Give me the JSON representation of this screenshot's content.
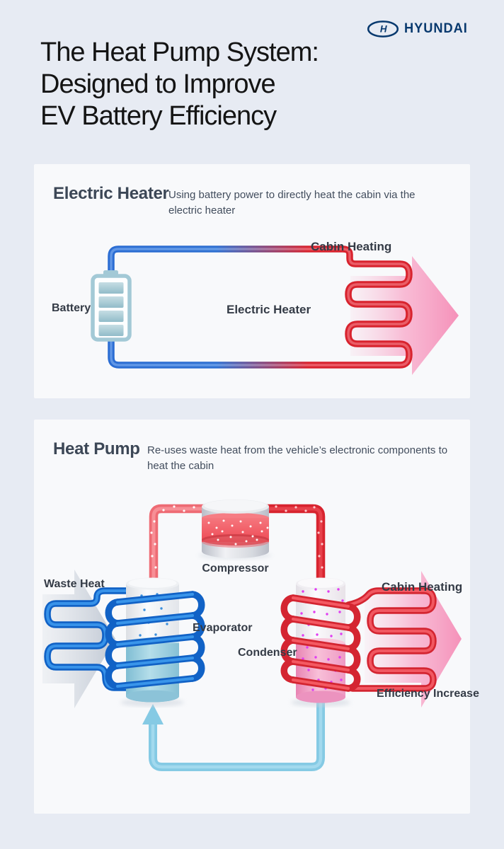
{
  "header": {
    "title_lines": [
      "The Heat Pump System:",
      "Designed to Improve",
      "EV Battery Efficiency"
    ],
    "brand": {
      "wordmark": "HYUNDAI",
      "logo_letter": "H"
    }
  },
  "cards": {
    "electric_heater": {
      "title": "Electric Heater",
      "description": "Using battery power to directly heat the cabin via the electric heater",
      "labels": {
        "battery": "Battery",
        "heater": "Electric Heater",
        "cabin_heating": "Cabin Heating"
      }
    },
    "heat_pump": {
      "title": "Heat Pump",
      "description": "Re-uses waste heat from the vehicle’s electronic components to heat the cabin",
      "labels": {
        "waste_heat": "Waste Heat",
        "compressor": "Compressor",
        "evaporator": "Evaporator",
        "condenser": "Condenser",
        "cabin_heating": "Cabin Heating",
        "efficiency_increase": "Efficiency Increase"
      }
    }
  },
  "colors": {
    "background": "#e7ebf3",
    "card": "#f8f9fb",
    "hyundai_navy": "#08396e",
    "pipe_blue": "#2b6dd3",
    "pipe_red": "#d8232e",
    "coil_blue": "#1162c6",
    "coil_red": "#d42531",
    "arrow_pink": "#f591b9",
    "arrow_gray": "#c3cad4",
    "expansion_blue": "#85cae4",
    "battery_teal": "#a3c9d6",
    "condenser_pink": "#f2a2c6",
    "evaporator_blue": "#9fd2e4"
  }
}
